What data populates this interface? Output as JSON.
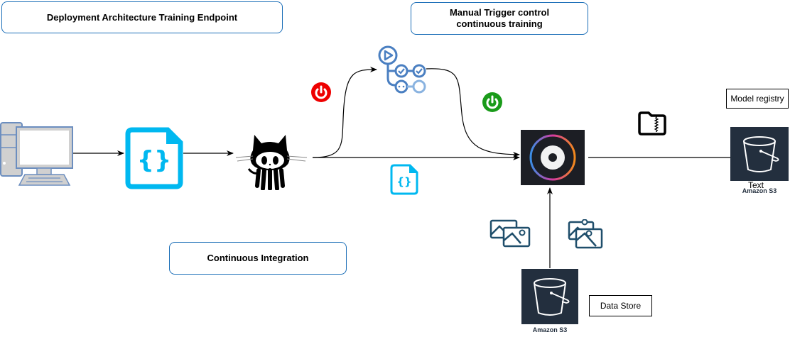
{
  "diagram": {
    "title": "Deployment Architecture Training Endpoint",
    "manual_trigger_line1": "Manual Trigger control",
    "manual_trigger_line2": "continuous training",
    "continuous_integration": "Continuous Integration",
    "model_registry": "Model registry",
    "data_store": "Data Store",
    "s3_registry_label": "Amazon S3",
    "s3_registry_text": "Text",
    "s3_datastore_label": "Amazon S3",
    "nodes": [
      {
        "id": "desktop",
        "icon": "desktop-computer-icon"
      },
      {
        "id": "code-file",
        "icon": "json-file-icon"
      },
      {
        "id": "github",
        "icon": "github-octocat-icon"
      },
      {
        "id": "github-actions",
        "icon": "github-actions-workflow-icon"
      },
      {
        "id": "trigger-off",
        "icon": "power-icon",
        "color": "#ee0000"
      },
      {
        "id": "trigger-on",
        "icon": "power-icon",
        "color": "#1a9b1a"
      },
      {
        "id": "training-endpoint",
        "icon": "ml-platform-icon"
      },
      {
        "id": "model-artifact",
        "icon": "zip-folder-icon"
      },
      {
        "id": "s3-model-registry",
        "icon": "s3-bucket-icon"
      },
      {
        "id": "s3-data-store",
        "icon": "s3-bucket-icon"
      },
      {
        "id": "images-1",
        "icon": "images-icon"
      },
      {
        "id": "images-2",
        "icon": "images-icon"
      },
      {
        "id": "code-file-small",
        "icon": "json-file-icon"
      }
    ],
    "colors": {
      "box_border": "#1c6fb8",
      "cyan": "#00b8f0",
      "s3_bg": "#232f3e",
      "actions_blue": "#4a7fc1",
      "red": "#ee0000",
      "green": "#1a9b1a",
      "image_icon": "#1f4e6b"
    }
  }
}
